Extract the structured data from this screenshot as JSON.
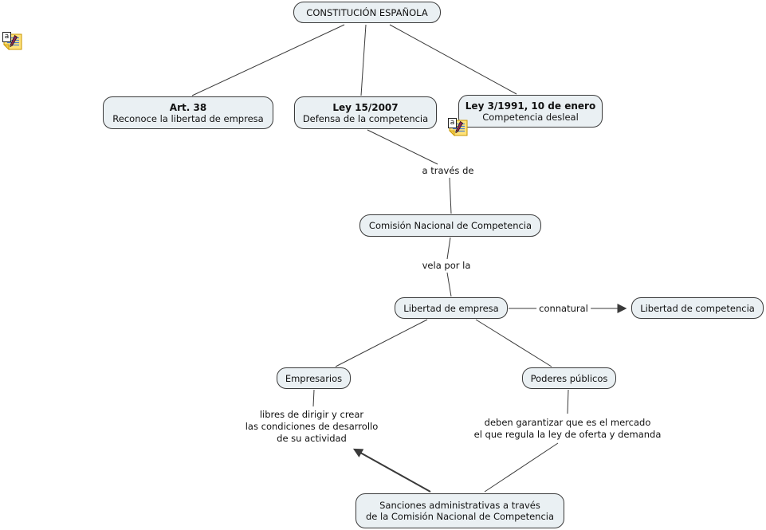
{
  "nodes": {
    "constitucion": {
      "label": "CONSTITUCIÓN ESPAÑOLA"
    },
    "art38": {
      "title": "Art. 38",
      "subtitle": "Reconoce la libertad de empresa"
    },
    "ley15_2007": {
      "title": "Ley 15/2007",
      "subtitle": "Defensa de la competencia"
    },
    "ley3_1991": {
      "title": "Ley 3/1991, 10 de enero",
      "subtitle": "Competencia desleal"
    },
    "cnc": {
      "label": "Comisión Nacional de Competencia"
    },
    "libertad_empresa": {
      "label": "Libertad de empresa"
    },
    "libertad_competencia": {
      "label": "Libertad de competencia"
    },
    "empresarios": {
      "label": "Empresarios"
    },
    "poderes_publicos": {
      "label": "Poderes públicos"
    },
    "sanciones": {
      "line1": "Sanciones administrativas a través",
      "line2": "de la Comisión Nacional de Competencia"
    }
  },
  "linking_phrases": {
    "a_traves_de": "a través de",
    "vela_por_la": "vela por la",
    "connatural": "connatural",
    "libres": {
      "line1": "libres de dirigir y crear",
      "line2": "las condiciones de desarrollo",
      "line3": "de su actividad"
    },
    "deben": {
      "line1": "deben garantizar que es el mercado",
      "line2": "el que regula la ley de oferta y demanda"
    }
  },
  "icons": {
    "annotation": {
      "name": "annotation-note-icon",
      "letter": "a"
    }
  },
  "colors": {
    "background": "#ffffff",
    "node_fill": "#eaf0f3",
    "node_border": "#3a3a3a",
    "line": "#3a3a3a",
    "text": "#111111",
    "note_fill": "#ffe27a",
    "note_border": "#c79600",
    "note_lines": "#4a7ed0"
  }
}
